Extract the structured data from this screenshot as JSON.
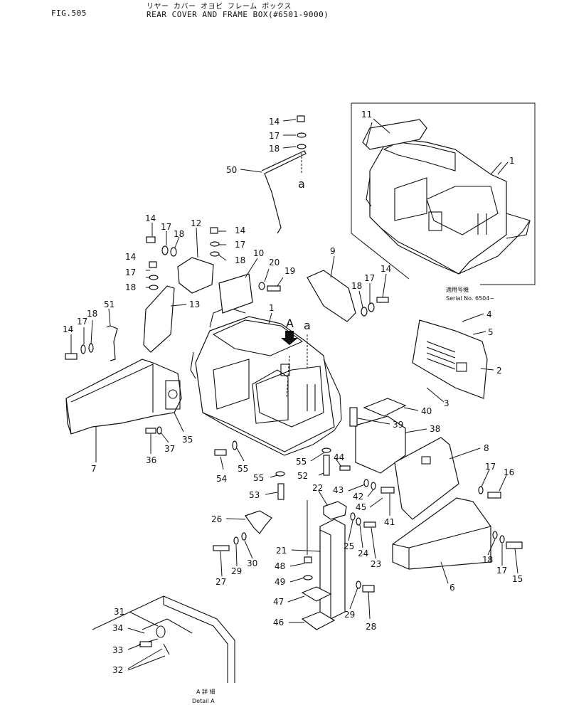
{
  "header": {
    "fig": "FIG.505",
    "title_jp": "リヤー カバー オヨビ フレーム ボックス",
    "title_en": "REAR COVER AND FRAME BOX(#6501-9000)"
  },
  "inset": {
    "note_jp": "適用号機",
    "serial": "Serial No. 6504~"
  },
  "detail": {
    "jp": "A 詳 細",
    "en": "Detail A"
  },
  "letters": {
    "a1": "a",
    "a2": "a",
    "A": "A"
  },
  "callouts": [
    {
      "id": "c14a",
      "text": "14"
    },
    {
      "id": "c17a",
      "text": "17"
    },
    {
      "id": "c18a",
      "text": "18"
    },
    {
      "id": "c50",
      "text": "50"
    },
    {
      "id": "c11",
      "text": "11"
    },
    {
      "id": "c1a",
      "text": "1"
    },
    {
      "id": "c14b",
      "text": "14"
    },
    {
      "id": "c17b",
      "text": "17"
    },
    {
      "id": "c18b",
      "text": "18"
    },
    {
      "id": "c12",
      "text": "12"
    },
    {
      "id": "c14c",
      "text": "14"
    },
    {
      "id": "c17c",
      "text": "17"
    },
    {
      "id": "c18c",
      "text": "18"
    },
    {
      "id": "c14d",
      "text": "14"
    },
    {
      "id": "c17d",
      "text": "17"
    },
    {
      "id": "c18d",
      "text": "18"
    },
    {
      "id": "c13",
      "text": "13"
    },
    {
      "id": "c10",
      "text": "10"
    },
    {
      "id": "c20",
      "text": "20"
    },
    {
      "id": "c19",
      "text": "19"
    },
    {
      "id": "c9",
      "text": "9"
    },
    {
      "id": "c18e",
      "text": "18"
    },
    {
      "id": "c17e",
      "text": "17"
    },
    {
      "id": "c14e",
      "text": "14"
    },
    {
      "id": "c51",
      "text": "51"
    },
    {
      "id": "c18f",
      "text": "18"
    },
    {
      "id": "c17f",
      "text": "17"
    },
    {
      "id": "c14f",
      "text": "14"
    },
    {
      "id": "c1b",
      "text": "1"
    },
    {
      "id": "c4",
      "text": "4"
    },
    {
      "id": "c5",
      "text": "5"
    },
    {
      "id": "c2",
      "text": "2"
    },
    {
      "id": "c3",
      "text": "3"
    },
    {
      "id": "c40",
      "text": "40"
    },
    {
      "id": "c39",
      "text": "39"
    },
    {
      "id": "c38",
      "text": "38"
    },
    {
      "id": "c8",
      "text": "8"
    },
    {
      "id": "c7",
      "text": "7"
    },
    {
      "id": "c36",
      "text": "36"
    },
    {
      "id": "c37",
      "text": "37"
    },
    {
      "id": "c35",
      "text": "35"
    },
    {
      "id": "c54",
      "text": "54"
    },
    {
      "id": "c55a",
      "text": "55"
    },
    {
      "id": "c55b",
      "text": "55"
    },
    {
      "id": "c55c",
      "text": "55"
    },
    {
      "id": "c44",
      "text": "44"
    },
    {
      "id": "c52",
      "text": "52"
    },
    {
      "id": "c53",
      "text": "53"
    },
    {
      "id": "c22",
      "text": "22"
    },
    {
      "id": "c43",
      "text": "43"
    },
    {
      "id": "c42",
      "text": "42"
    },
    {
      "id": "c45",
      "text": "45"
    },
    {
      "id": "c41",
      "text": "41"
    },
    {
      "id": "c17g",
      "text": "17"
    },
    {
      "id": "c16",
      "text": "16"
    },
    {
      "id": "c26",
      "text": "26"
    },
    {
      "id": "c25",
      "text": "25"
    },
    {
      "id": "c24",
      "text": "24"
    },
    {
      "id": "c23",
      "text": "23"
    },
    {
      "id": "c27",
      "text": "27"
    },
    {
      "id": "c29a",
      "text": "29"
    },
    {
      "id": "c30",
      "text": "30"
    },
    {
      "id": "c21",
      "text": "21"
    },
    {
      "id": "c18g",
      "text": "18"
    },
    {
      "id": "c17h",
      "text": "17"
    },
    {
      "id": "c15",
      "text": "15"
    },
    {
      "id": "c6",
      "text": "6"
    },
    {
      "id": "c48",
      "text": "48"
    },
    {
      "id": "c49",
      "text": "49"
    },
    {
      "id": "c47",
      "text": "47"
    },
    {
      "id": "c46",
      "text": "46"
    },
    {
      "id": "c29b",
      "text": "29"
    },
    {
      "id": "c28",
      "text": "28"
    },
    {
      "id": "c31",
      "text": "31"
    },
    {
      "id": "c34",
      "text": "34"
    },
    {
      "id": "c33",
      "text": "33"
    },
    {
      "id": "c32",
      "text": "32"
    }
  ]
}
